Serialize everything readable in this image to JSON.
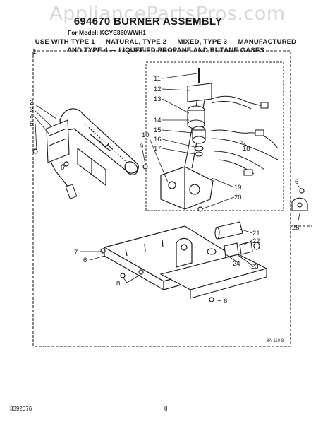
{
  "watermark": "AppliancePartsPros.com",
  "title": "694670 BURNER ASSEMBLY",
  "model": "For Model: KGYE860WWH1",
  "use_line_1": "USE WITH TYPE 1 — NATURAL, TYPE 2 — MIXED, TYPE 3 — MANUFACTURED",
  "use_line_2": "AND TYPE 4 — LIQUEFIED PROPANE AND BUTANE GASES",
  "callouts": [
    "1",
    "2",
    "3",
    "4",
    "5",
    "6",
    "7",
    "6",
    "8",
    "6",
    "9",
    "10",
    "11",
    "12",
    "13",
    "14",
    "15",
    "16",
    "17",
    "18",
    "19",
    "20",
    "21",
    "22",
    "23",
    "24",
    "25",
    "6"
  ],
  "drawing_code": "8A-110-8",
  "doc_number": "3392076",
  "page_number": "8"
}
